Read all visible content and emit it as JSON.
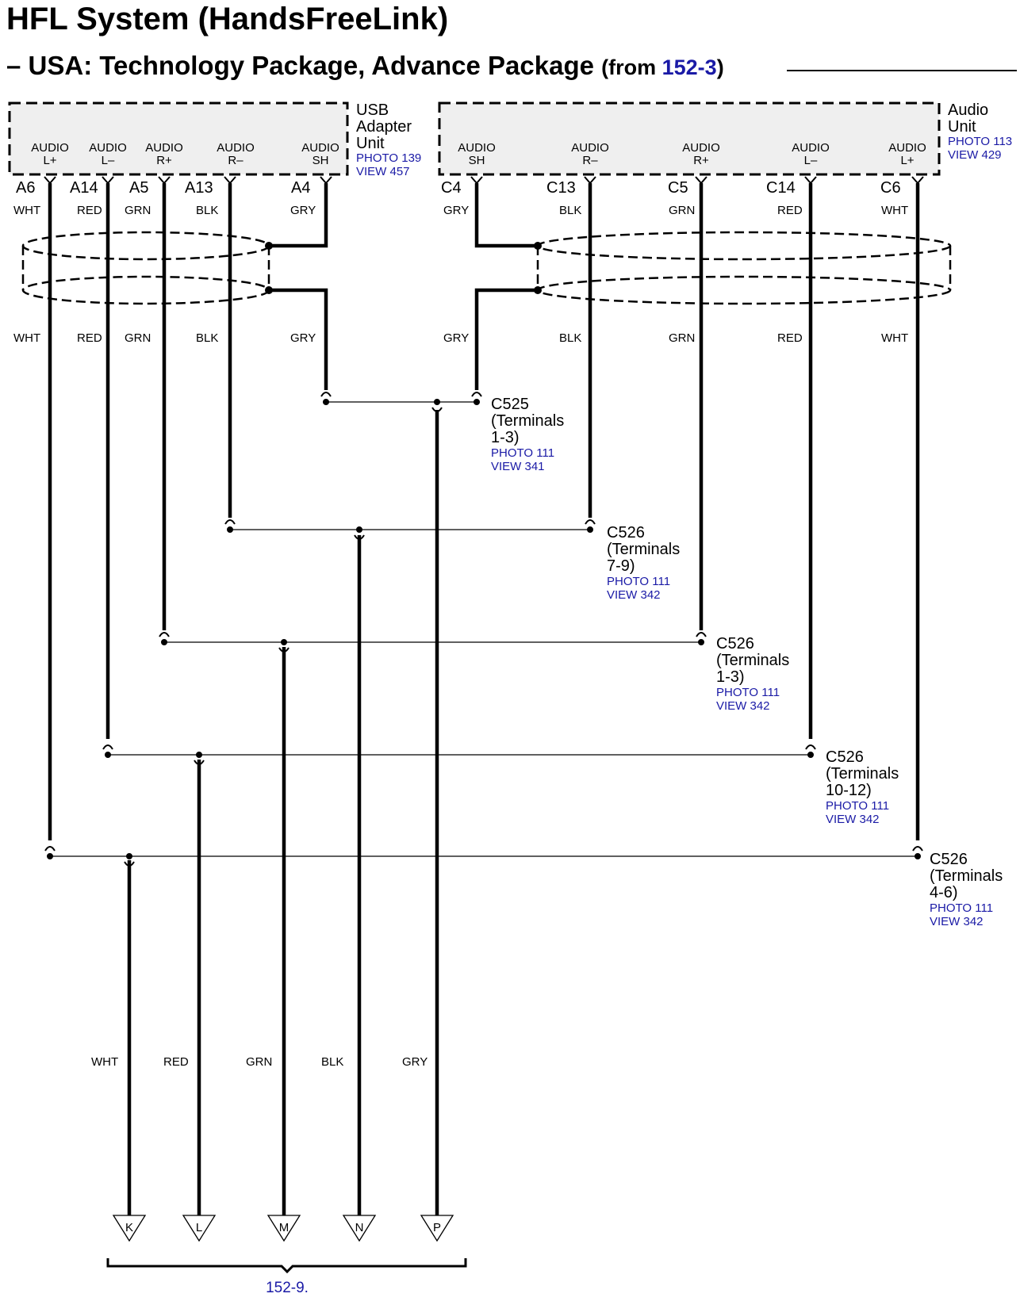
{
  "title": "HFL System (HandsFreeLink)",
  "subtitle": {
    "prefix": "– USA: Technology Package, Advance Package",
    "from_label": "(from ",
    "from_ref": "152-3",
    "close": ")"
  },
  "usb_unit": {
    "name_lines": [
      "USB",
      "Adapter",
      "Unit"
    ],
    "photo": "PHOTO 139",
    "view": "VIEW 457",
    "pins": [
      {
        "label1": "AUDIO",
        "label2": "L+",
        "connector": "A6",
        "color": "WHT"
      },
      {
        "label1": "AUDIO",
        "label2": "L–",
        "connector": "A14",
        "color": "RED"
      },
      {
        "label1": "AUDIO",
        "label2": "R+",
        "connector": "A5",
        "color": "GRN"
      },
      {
        "label1": "AUDIO",
        "label2": "R–",
        "connector": "A13",
        "color": "BLK"
      },
      {
        "label1": "AUDIO",
        "label2": "SH",
        "connector": "A4",
        "color": "GRY"
      }
    ]
  },
  "audio_unit": {
    "name_lines": [
      "Audio",
      "Unit"
    ],
    "photo": "PHOTO 113",
    "view": "VIEW 429",
    "pins": [
      {
        "label1": "AUDIO",
        "label2": "SH",
        "connector": "C4",
        "color": "GRY"
      },
      {
        "label1": "AUDIO",
        "label2": "R–",
        "connector": "C13",
        "color": "BLK"
      },
      {
        "label1": "AUDIO",
        "label2": "R+",
        "connector": "C5",
        "color": "GRN"
      },
      {
        "label1": "AUDIO",
        "label2": "L–",
        "connector": "C14",
        "color": "RED"
      },
      {
        "label1": "AUDIO",
        "label2": "L+",
        "connector": "C6",
        "color": "WHT"
      }
    ]
  },
  "junctions": [
    {
      "name": "C525",
      "lines": [
        "(Terminals",
        "1-3)"
      ],
      "photo": "PHOTO 111",
      "view": "VIEW 341"
    },
    {
      "name": "C526",
      "lines": [
        "(Terminals",
        "7-9)"
      ],
      "photo": "PHOTO 111",
      "view": "VIEW 342"
    },
    {
      "name": "C526",
      "lines": [
        "(Terminals",
        "1-3)"
      ],
      "photo": "PHOTO 111",
      "view": "VIEW 342"
    },
    {
      "name": "C526",
      "lines": [
        "(Terminals",
        "10-12)"
      ],
      "photo": "PHOTO 111",
      "view": "VIEW 342"
    },
    {
      "name": "C526",
      "lines": [
        "(Terminals",
        "4-6)"
      ],
      "photo": "PHOTO 111",
      "view": "VIEW 342"
    }
  ],
  "outputs": [
    {
      "color": "WHT",
      "letter": "K"
    },
    {
      "color": "RED",
      "letter": "L"
    },
    {
      "color": "GRN",
      "letter": "M"
    },
    {
      "color": "BLK",
      "letter": "N"
    },
    {
      "color": "GRY",
      "letter": "P"
    }
  ],
  "continuation": "152-9."
}
